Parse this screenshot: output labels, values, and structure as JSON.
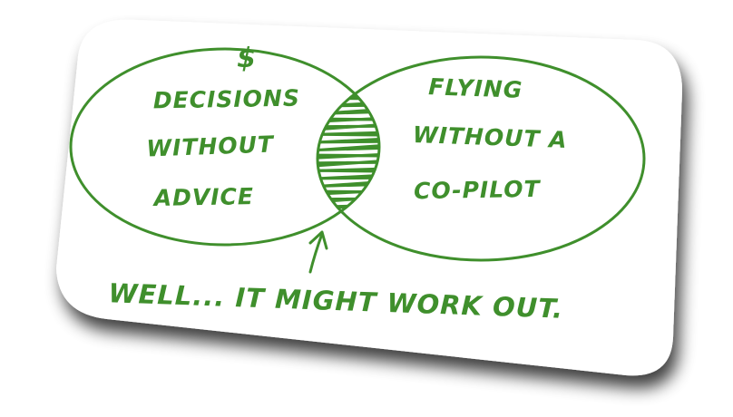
{
  "diagram": {
    "ink_color": "#3f8f2c",
    "card_color": "#ffffff",
    "shadow_color": "#6e6e6e",
    "left_circle": {
      "symbol": "$",
      "lines": [
        "DECISIONS",
        "WITHOUT",
        "ADVICE"
      ]
    },
    "right_circle": {
      "lines": [
        "FLYING",
        "WITHOUT A",
        "CO-PILOT"
      ]
    },
    "overlap": {
      "fill": "hatched"
    },
    "caption": "WELL... IT MIGHT WORK OUT."
  }
}
